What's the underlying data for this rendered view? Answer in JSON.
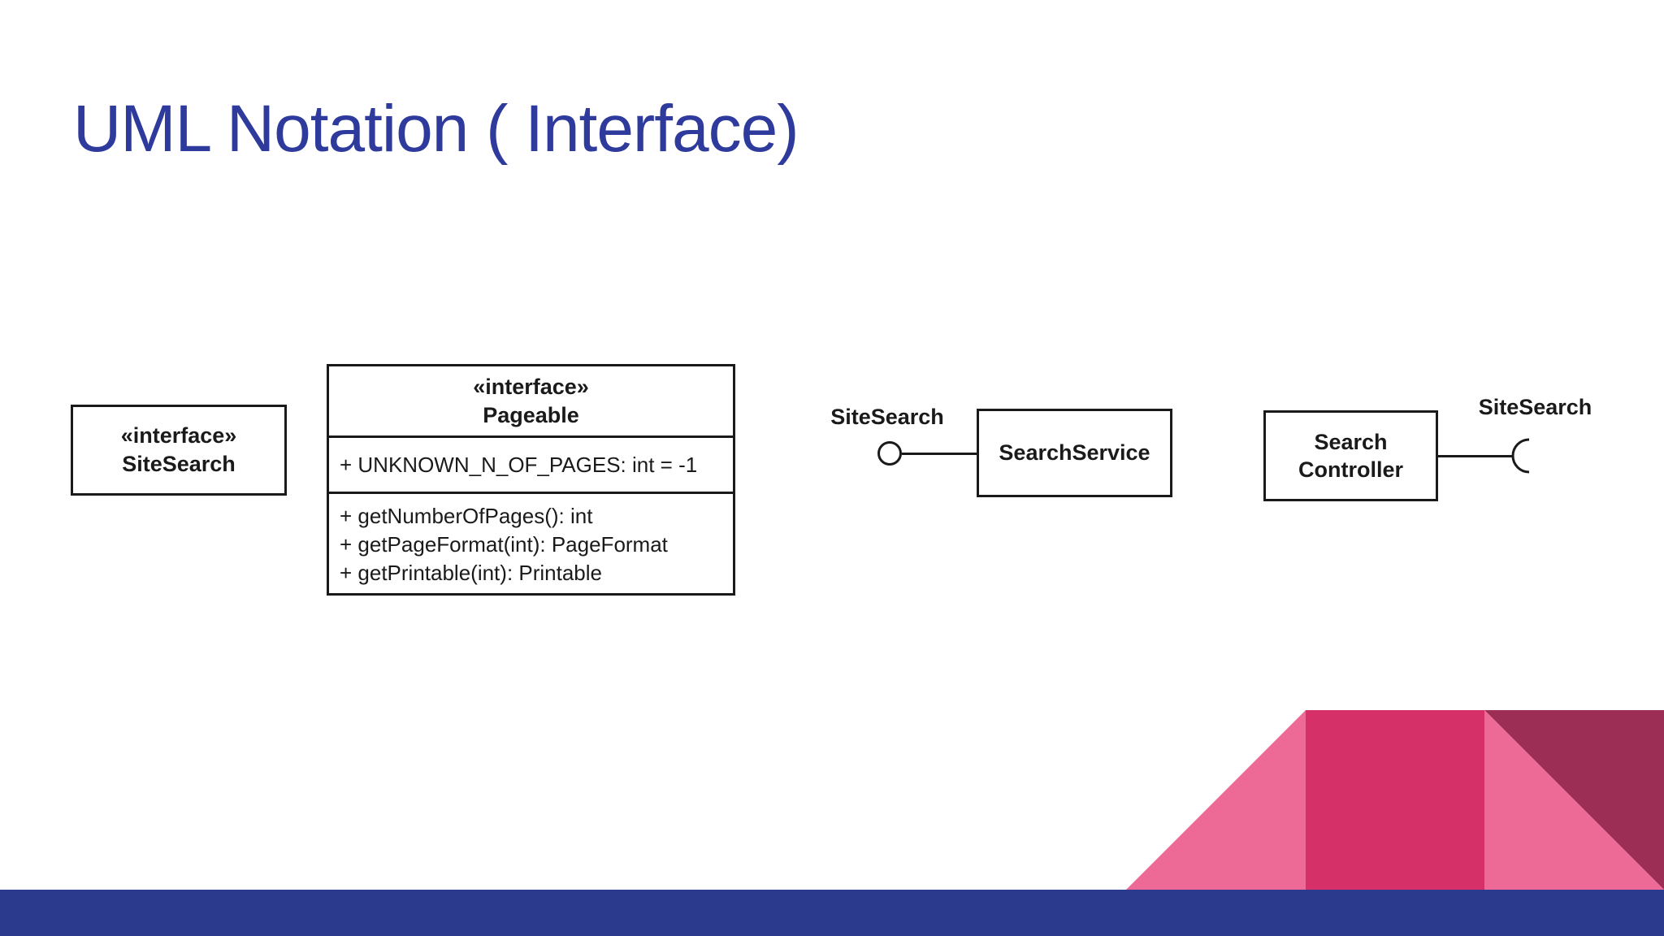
{
  "slide": {
    "title": "UML Notation ( Interface)"
  },
  "colors": {
    "title_blue": "#2e3a9c",
    "footer_blue": "#2c3a8e",
    "pink_light": "#ee6a96",
    "pink_dark": "#d63069",
    "maroon": "#9c2d55",
    "line_black": "#1a1a1a"
  },
  "diagrams": {
    "site_search": {
      "stereotype": "«interface»",
      "name": "SiteSearch"
    },
    "pageable": {
      "stereotype": "«interface»",
      "name": "Pageable",
      "attributes": [
        "+ UNKNOWN_N_OF_PAGES: int = -1"
      ],
      "methods": [
        "+ getNumberOfPages(): int",
        "+ getPageFormat(int): PageFormat",
        "+ getPrintable(int): Printable"
      ]
    },
    "lollipop": {
      "interface_label": "SiteSearch",
      "class_name": "SearchService"
    },
    "socket": {
      "class_lines": [
        "Search",
        "Controller"
      ],
      "interface_label": "SiteSearch"
    }
  }
}
